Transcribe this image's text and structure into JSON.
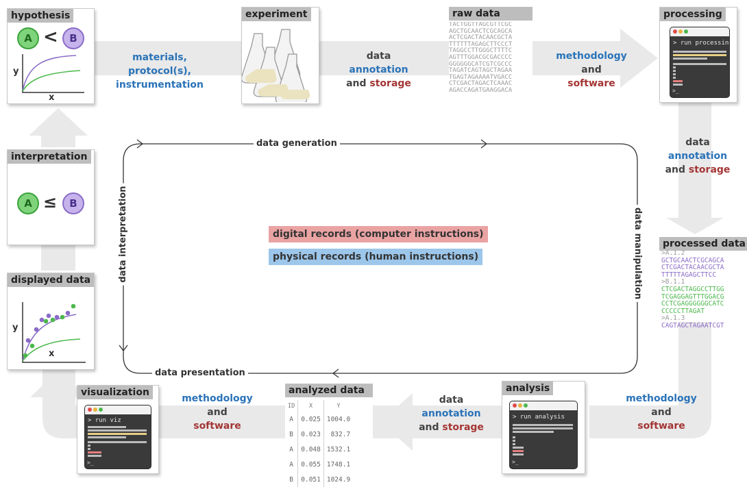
{
  "nodes": {
    "hypothesis": {
      "title": "hypothesis",
      "left": "A",
      "op": "<",
      "right": "B",
      "xlabel": "x",
      "ylabel": "y"
    },
    "experiment": {
      "title": "experiment"
    },
    "raw_data": {
      "title": "raw data",
      "sequences": [
        "TACTGGTTAGCGTTCGC",
        "AGCTGCAACTCGCAGCA",
        "ACTCGACTACAACGCTA",
        "TTTTTTAGAGCTTCCCT",
        "TAGGCCTTGGGCTTTTC",
        "AGTTTGGACGCGACCCC",
        "GGGGGGCATCGTCGCCC",
        "TAGATCAGTAGCTAGAA",
        "TGAGTAGAAAATVGACC",
        "CTCGACTAGACTCAAAC",
        "AGACCAGATGAAGGACA"
      ]
    },
    "processing": {
      "title": "processing",
      "command": "> run processing",
      "prompt": ">_"
    },
    "processed_data": {
      "title": "processed data",
      "lines": [
        {
          "text": ">A.1.2",
          "kind": "header"
        },
        {
          "text": "GCTGCAACTCGCAGCA",
          "kind": "purple"
        },
        {
          "text": "CTCGACTACAACGCTA",
          "kind": "purple"
        },
        {
          "text": "TTTTTAGAGCTTCC",
          "kind": "purple"
        },
        {
          "text": ">B.1.1",
          "kind": "header"
        },
        {
          "text": "CTCGACTAGGCCTTGG",
          "kind": "green"
        },
        {
          "text": "TCGAGGAGTTTGGACG",
          "kind": "green"
        },
        {
          "text": "CCTCGAGGGGGGCATC",
          "kind": "green"
        },
        {
          "text": "CCCCCTTAGAT",
          "kind": "green"
        },
        {
          "text": ">A.1.3",
          "kind": "header"
        },
        {
          "text": "CAGTAGCTAGAATCGT",
          "kind": "purple"
        }
      ]
    },
    "analysis": {
      "title": "analysis",
      "command": "> run analysis",
      "prompt": ">_"
    },
    "analyzed_data": {
      "title": "analyzed data",
      "headers": [
        "ID",
        "X",
        "Y"
      ],
      "rows": [
        [
          "A",
          "0.025",
          "1004.0"
        ],
        [
          "B",
          "0.023",
          "832.7"
        ],
        [
          "A",
          "0.048",
          "1532.1"
        ],
        [
          "A",
          "0.055",
          "1748.1"
        ],
        [
          "B",
          "0.051",
          "1024.9"
        ]
      ]
    },
    "visualization": {
      "title": "visualization",
      "command": "> run viz",
      "prompt": ">_"
    },
    "displayed_data": {
      "title": "displayed data",
      "xlabel": "x",
      "ylabel": "y"
    },
    "interpretation": {
      "title": "interpretation",
      "left": "A",
      "op": "≤",
      "right": "B"
    }
  },
  "flows": {
    "materials": [
      "materials,",
      "protocol(s),",
      "instrumentation"
    ],
    "storage_word_data": "data",
    "storage_word_annotation": "annotation",
    "storage_word_and": "and",
    "storage_word_storage": "storage",
    "methodology": "methodology",
    "and": "and",
    "software": "software"
  },
  "loop": {
    "data_generation": "data generation",
    "data_manipulation": "data manipulation",
    "data_presentation": "data presentation",
    "data_interpretation": "data interpretation"
  },
  "legend": {
    "digital": "digital records (computer instructions)",
    "physical": "physical records (human instructions)"
  },
  "colors": {
    "flow_arrow": "#e9e9e9",
    "blue_text": "#2a73b8",
    "red_text": "#a43535",
    "digital_bg": "#eaa3a3",
    "physical_bg": "#9cc6ea",
    "group_A": "#4cb84c",
    "group_B": "#8a6cc8"
  }
}
